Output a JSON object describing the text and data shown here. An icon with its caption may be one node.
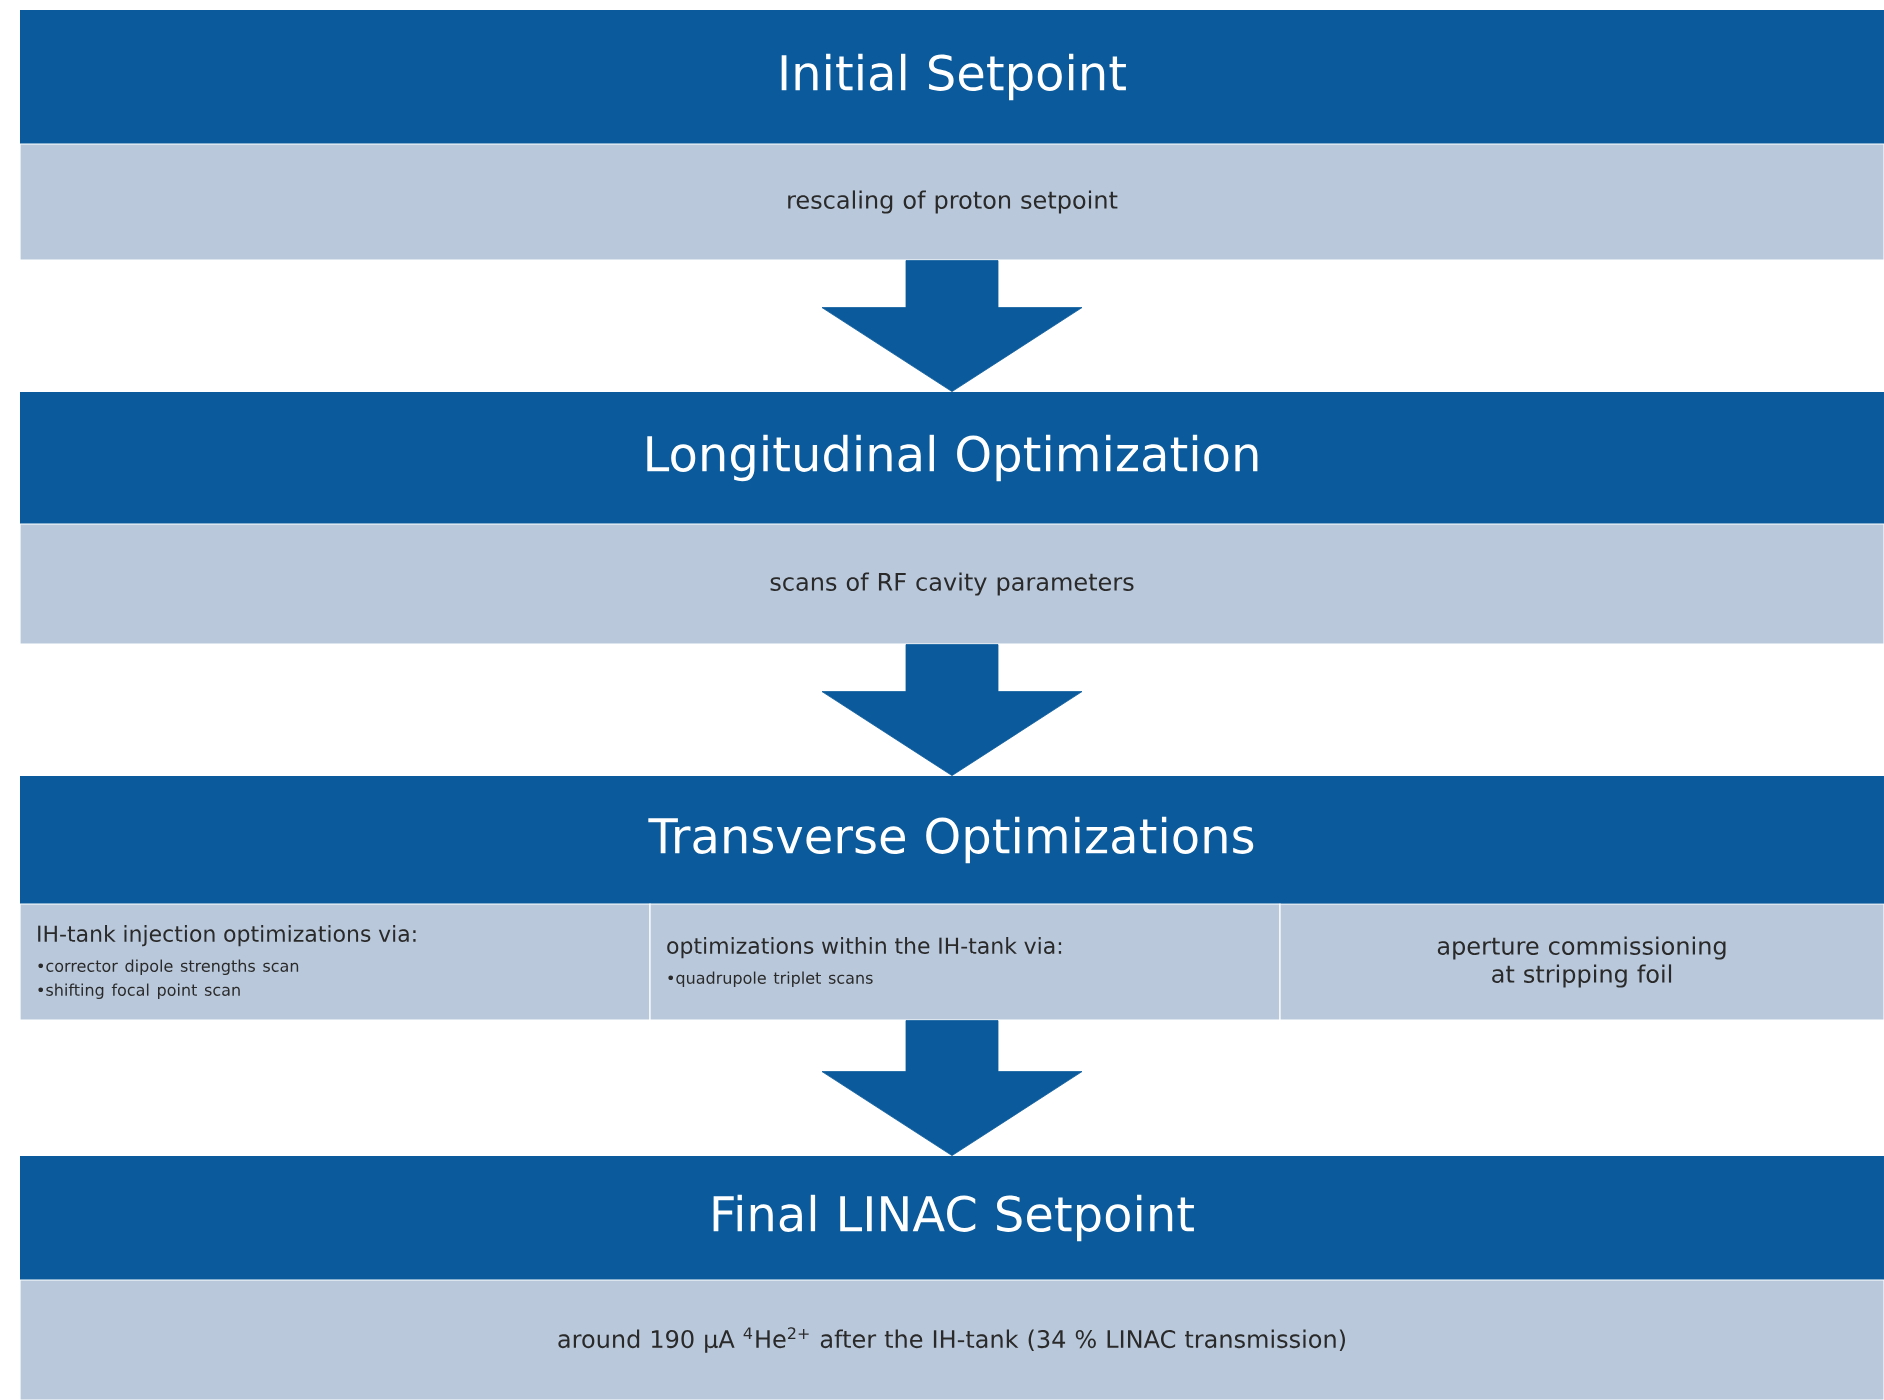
{
  "diagram": {
    "nodes": [
      {
        "text": [
          "Initial Setpoint"
        ]
      },
      {
        "text": [
          "rescaling of proton setpoint"
        ]
      },
      {
        "text": [
          "Longitudinal Optimization"
        ]
      },
      {
        "text": [
          "scans of RF cavity parameters"
        ]
      },
      {
        "text": [
          "Transverse Optimizations"
        ]
      },
      {
        "text": [
          "IH-tank injection optimizations via:",
          "•corrector dipole strengths scan",
          "•shifting focal point scan"
        ]
      },
      {
        "text": [
          "optimizations within the IH-tank via:",
          "•quadrupole triplet scans"
        ]
      },
      {
        "text": [
          "aperture commissioning at stripping foil"
        ]
      },
      {
        "text": [
          "Final LINAC Setpoint"
        ]
      },
      {
        "text": [
          "around 190 µA $^{4}$He$^{2+}$ after the IH-tank (34 % LINAC transmission)"
        ]
      }
    ],
    "edges": [
      {
        "from": 1,
        "to": 2,
        "arrow": "to"
      },
      {
        "from": 3,
        "to": 4,
        "arrow": "to"
      },
      {
        "from": 6,
        "to": 8,
        "arrow": "to"
      }
    ]
  }
}
